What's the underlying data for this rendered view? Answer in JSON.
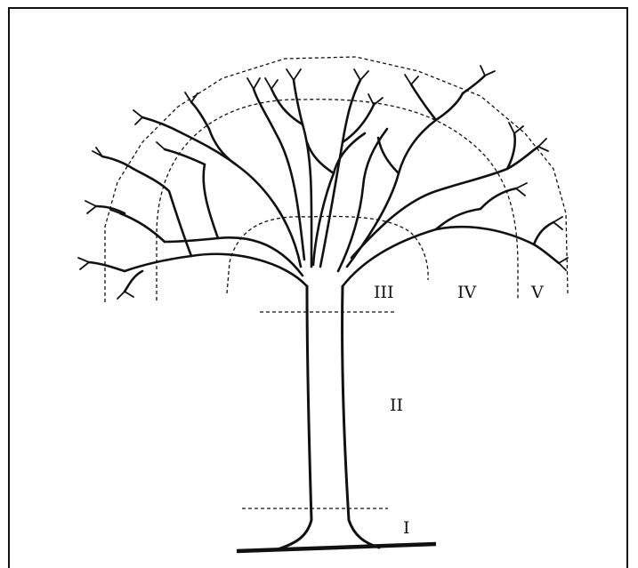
{
  "zones": [
    {
      "label": "I"
    },
    {
      "label": "II"
    },
    {
      "label": "III"
    },
    {
      "label": "IV"
    },
    {
      "label": "V"
    }
  ],
  "colors": {
    "ink": "#111111",
    "background": "#ffffff"
  }
}
